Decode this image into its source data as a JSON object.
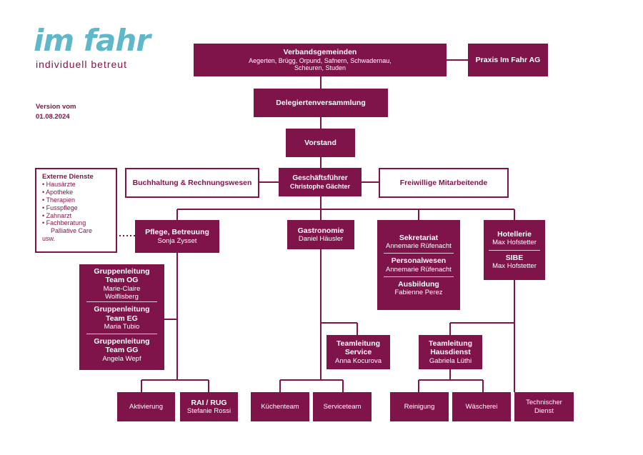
{
  "logo": {
    "main": "im fahr",
    "tagline": "individuell betreut"
  },
  "version": {
    "line1": "Version vom",
    "line2": "01.08.2024"
  },
  "verband": {
    "title": "Verbandsgemeinden",
    "desc": "Aegerten, Brügg, Orpund, Safnern, Schwadernau, Scheuren, Studen"
  },
  "praxis": {
    "title": "Praxis Im Fahr AG"
  },
  "delegierte": {
    "title": "Delegiertenversammlung"
  },
  "vorstand": {
    "title": "Vorstand"
  },
  "gf": {
    "title": "Geschäftsführer",
    "name": "Christophe Gächter"
  },
  "buchhaltung": {
    "title": "Buchhaltung  & Rechnungswesen"
  },
  "freiwillige": {
    "title": "Freiwillige Mitarbeitende"
  },
  "extern": {
    "title": "Externe Dienste",
    "items": [
      "Hausärzte",
      "Apotheke",
      "Therapien",
      "Fusspflege",
      "Zahnarzt",
      "Fachberatung"
    ],
    "item_cont": "Palliative Care",
    "footer": "usw."
  },
  "pflege": {
    "title": "Pflege, Betreuung",
    "name": "Sonja Zysset"
  },
  "gastro": {
    "title": "Gastronomie",
    "name": "Daniel Häusler"
  },
  "sekretariat": {
    "title": "Sekretariat",
    "name": "Annemarie Rüfenacht",
    "title2": "Personalwesen",
    "name2": "Annemarie Rüfenacht",
    "title3": "Ausbildung",
    "name3": "Fabienne Perez"
  },
  "hotel": {
    "title": "Hotellerie",
    "name": "Max Hofstetter",
    "title2": "SIBE",
    "name2": "Max Hofstetter"
  },
  "gruppen": {
    "og_title1": "Gruppenleitung",
    "og_title2": "Team OG",
    "og_name1": "Marie-Claire",
    "og_name2": "Wolflisberg",
    "eg_title1": "Gruppenleitung",
    "eg_title2": "Team EG",
    "eg_name": "Maria Tubio",
    "gg_title1": "Gruppenleitung",
    "gg_title2": "Team GG",
    "gg_name": "Angela Wepf"
  },
  "service": {
    "title1": "Teamleitung",
    "title2": "Service",
    "name": "Anna Kocurova"
  },
  "hausdienst": {
    "title1": "Teamleitung",
    "title2": "Hausdienst",
    "name": "Gabriela Lüthi"
  },
  "bottom": {
    "aktivierung": "Aktivierung",
    "rai_title": "RAI / RUG",
    "rai_name": "Stefanie Rossi",
    "kuechen": "Küchenteam",
    "serviceteam": "Serviceteam",
    "reinigung": "Reinigung",
    "waescherei": "Wäscherei",
    "technisch1": "Technischer",
    "technisch2": "Dienst"
  }
}
